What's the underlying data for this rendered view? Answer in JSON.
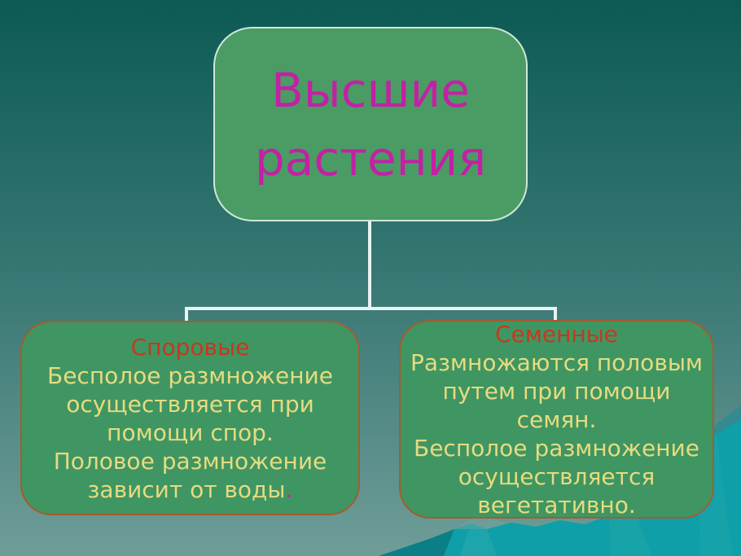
{
  "root_node": {
    "title": "Высшие\nрастения"
  },
  "left_node": {
    "heading": "Споровые",
    "body": "Бесполое размножение\nосуществляется при\nпомощи спор.\nПоловое размножение\nзависит от воды",
    "trailing_period": "."
  },
  "right_node": {
    "heading": "Семенные",
    "body": "Размножаются половым\nпутем при помощи\nсемян.\nБесполое размножение\nосуществляется\nвегетативно."
  },
  "colors": {
    "bg_top": "#0c5a54",
    "bg_mid": "#3a7975",
    "bg_bottom": "#6f9d98",
    "root_fill": "#4a9c64",
    "root_border": "#cde8da",
    "node_fill": "#3f9663",
    "node_border": "#a45c2e",
    "title_text": "#c321a5",
    "heading_text": "#c43a1c",
    "body_text": "#e7db7f",
    "period_text": "#cc22aa",
    "connector": "#e9f2f1",
    "mountain_back": "#348a8e",
    "mountain_main": "#0f9fa8",
    "mountain_dark": "#0b7f88",
    "mountain_light": "#2cabad",
    "mountain_haze": "#6fa3a0"
  }
}
